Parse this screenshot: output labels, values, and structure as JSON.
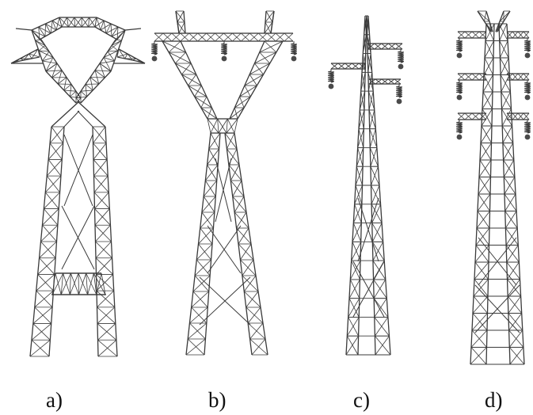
{
  "figure": {
    "captions": {
      "a": "a)",
      "b": "b)",
      "c": "c)",
      "d": "d)"
    },
    "colors": {
      "lattice": "#3a3a3a",
      "insulator_weight": "#4a4a4a",
      "background": "#ffffff"
    }
  }
}
